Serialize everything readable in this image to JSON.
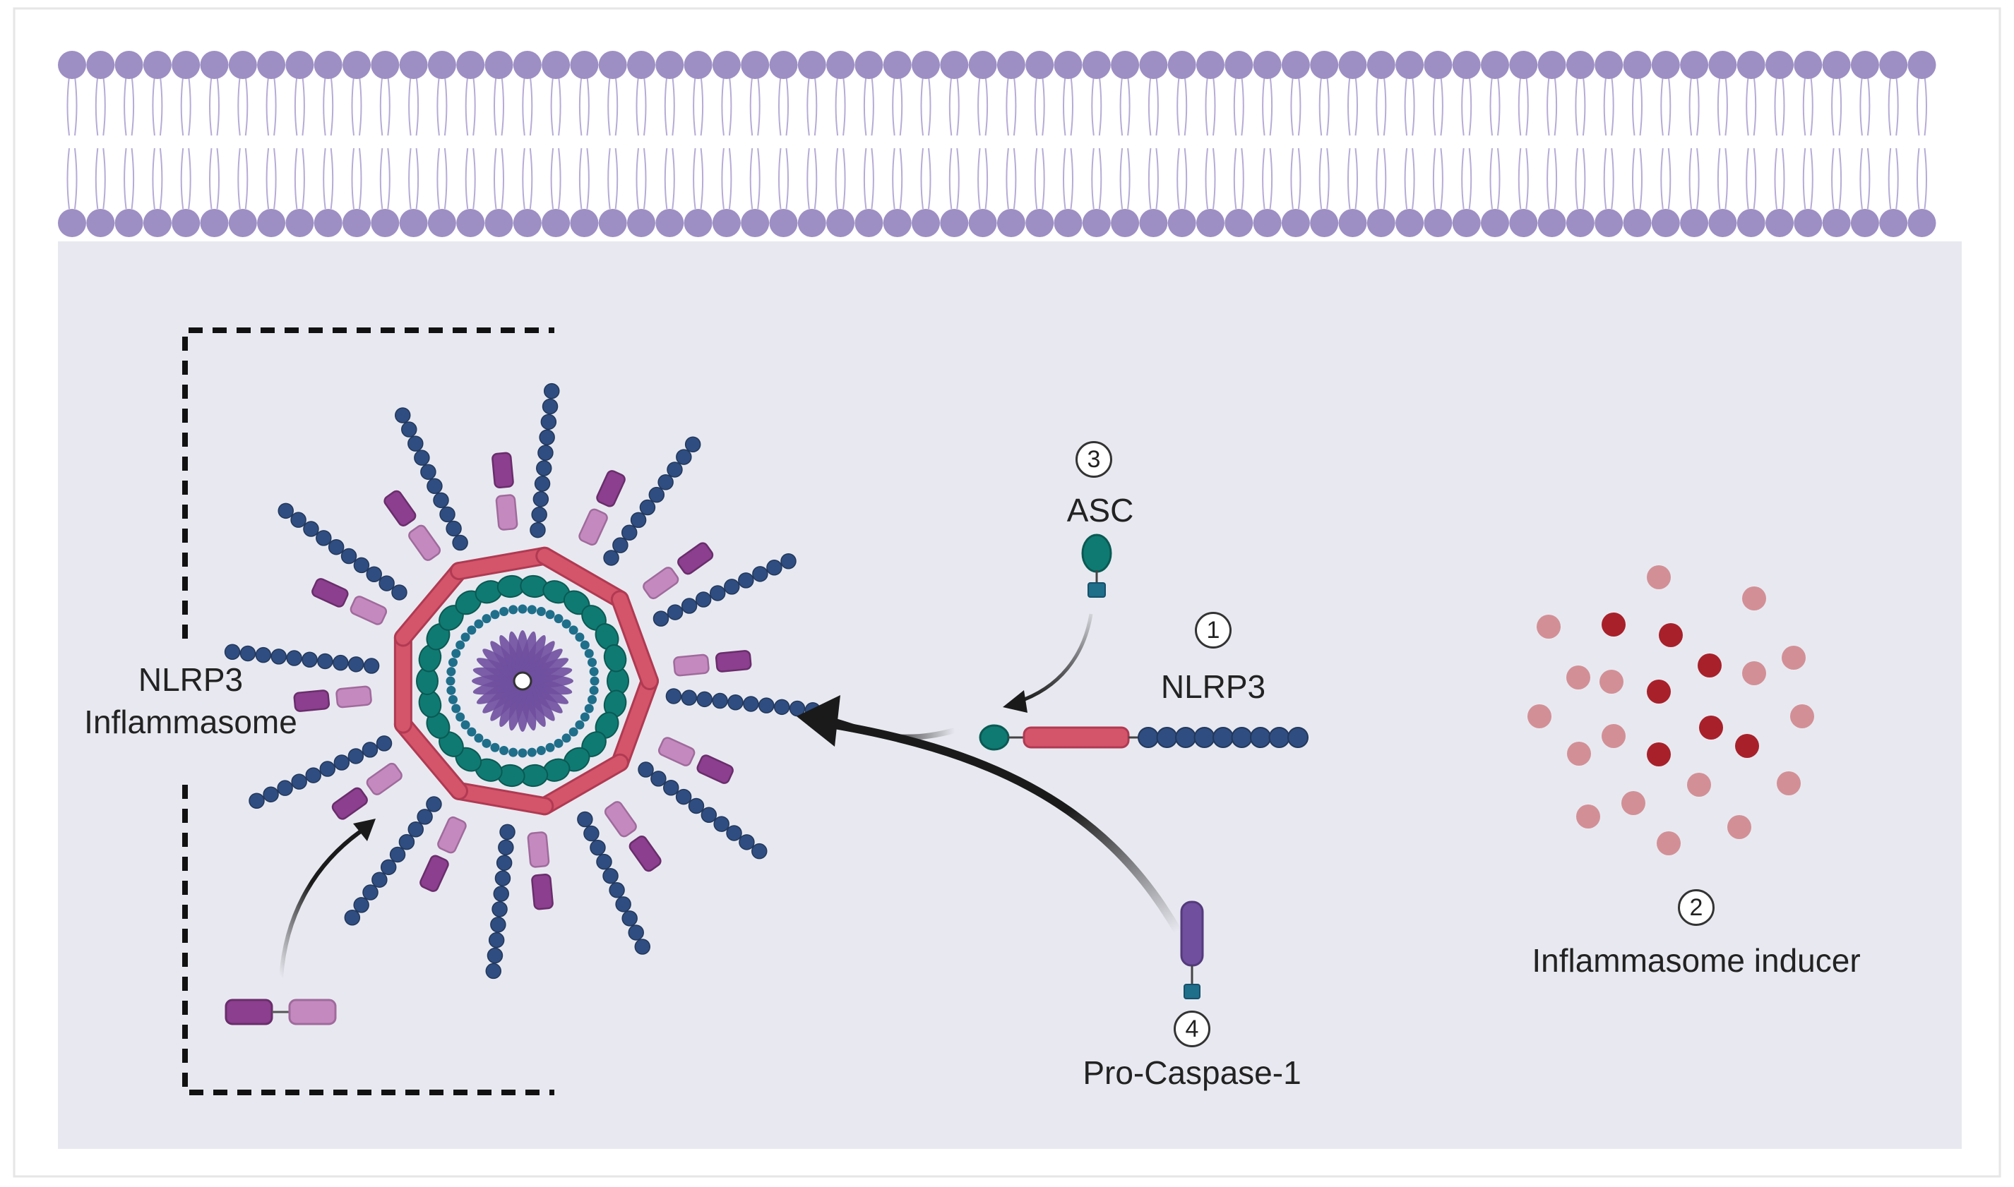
{
  "labels": {
    "nlrp3_inflammasome_line1": "NLRP3",
    "nlrp3_inflammasome_line2": "Inflammasome",
    "asc": "ASC",
    "nlrp3": "NLRP3",
    "inducer": "Inflammasome inducer",
    "pro_caspase": "Pro-Caspase-1"
  },
  "step_numbers": {
    "nlrp3": "1",
    "inducer": "2",
    "asc": "3",
    "pro_caspase": "4"
  },
  "colors": {
    "background": "#ffffff",
    "cytoplasm": "#e8e9f0",
    "membrane_head": "#9d8fc4",
    "membrane_tail": "#b6abd6",
    "nlrp3_pyd": "#0f7a72",
    "nlrp3_nacht": "#d4546a",
    "nlrp3_lrr": "#2f4d80",
    "asc_bead": "#1f6e8a",
    "caspase_dark": "#8c3f8e",
    "caspase_light": "#c48ac0",
    "core_spokes": "#6f4f9e",
    "inducer_dark": "#a8202a",
    "inducer_light": "#d38f96",
    "arrow": "#1a1a1a",
    "bracket": "#111111"
  }
}
